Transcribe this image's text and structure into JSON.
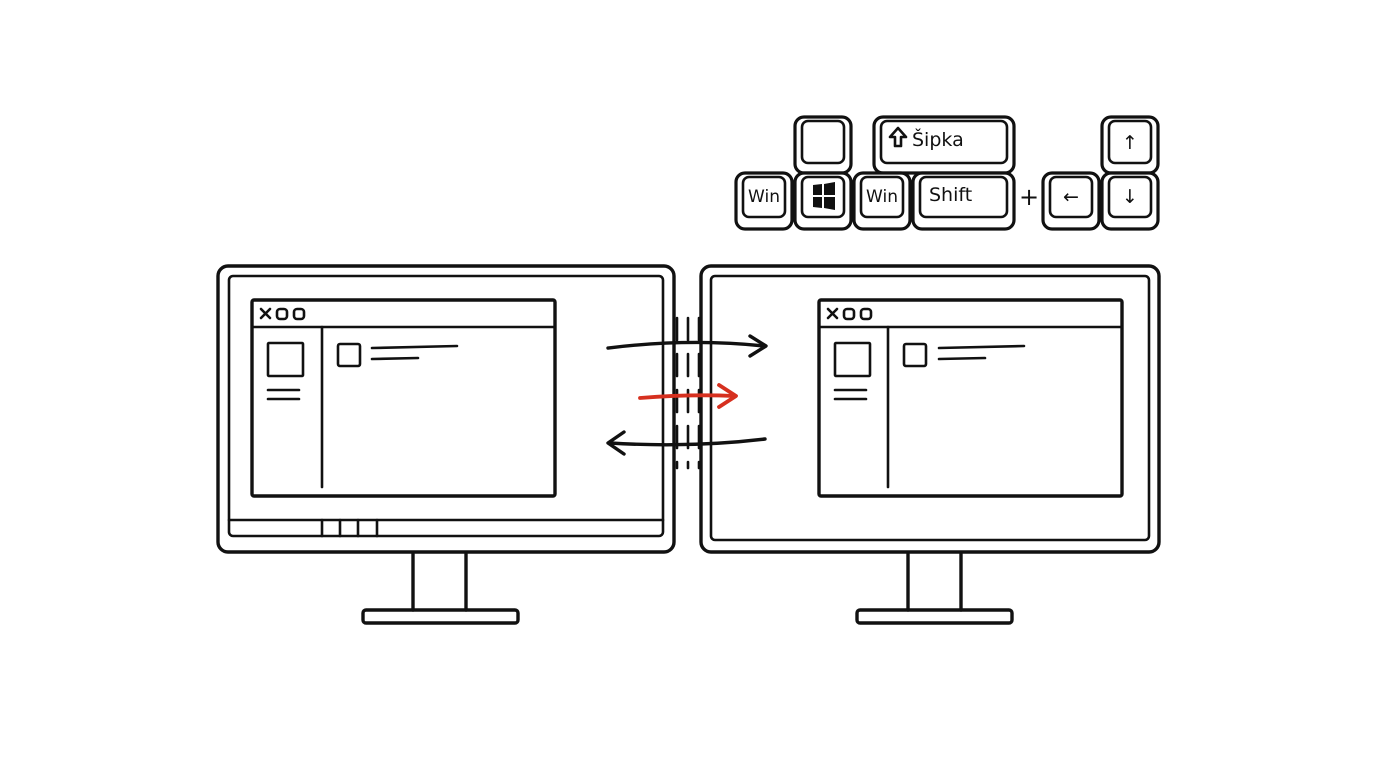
{
  "keyboard": {
    "top_row": {
      "blank_key": "",
      "shift_arrow_key": "Šipka",
      "up_arrow_key": "↑"
    },
    "bottom_row": {
      "win_key_left": "Win",
      "windows_logo_key": "",
      "win_key_right": "Win",
      "shift_key": "Shift",
      "plus": "+",
      "left_arrow_key": "←",
      "down_arrow_key": "↓"
    }
  },
  "colors": {
    "ink": "#111111",
    "accent_arrow": "#d6301f",
    "background": "#ffffff"
  },
  "icons": {
    "shift_symbol": "shift-arrow-icon",
    "windows_logo": "windows-logo-icon"
  }
}
